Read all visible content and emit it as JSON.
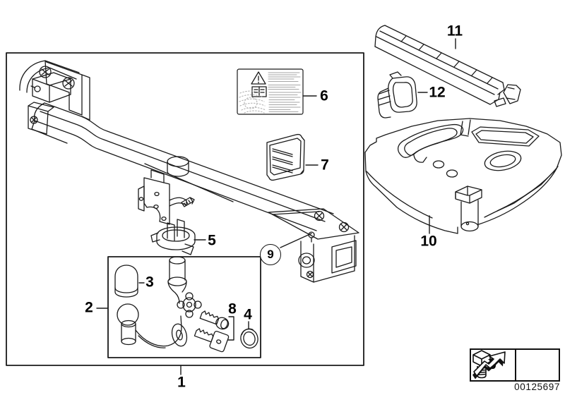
{
  "colors": {
    "line": "#1a1a1a",
    "background": "#ffffff",
    "label_text": "#000000",
    "sticker_text": "#a6a6a6"
  },
  "document_number": "00125697",
  "callouts": {
    "1": "1",
    "2": "2",
    "3": "3",
    "4": "4",
    "5": "5",
    "6": "6",
    "7": "7",
    "8": "8",
    "9": "9",
    "10": "10",
    "11": "11",
    "12": "12"
  },
  "legend": {
    "ref": "9"
  },
  "icons": {
    "legend_bolt": "bolt-icon",
    "legend_arrow": "direction-of-travel-arrow-icon",
    "sticker_warning": "warning-triangle-icon",
    "sticker_manual": "manual-book-icon"
  }
}
